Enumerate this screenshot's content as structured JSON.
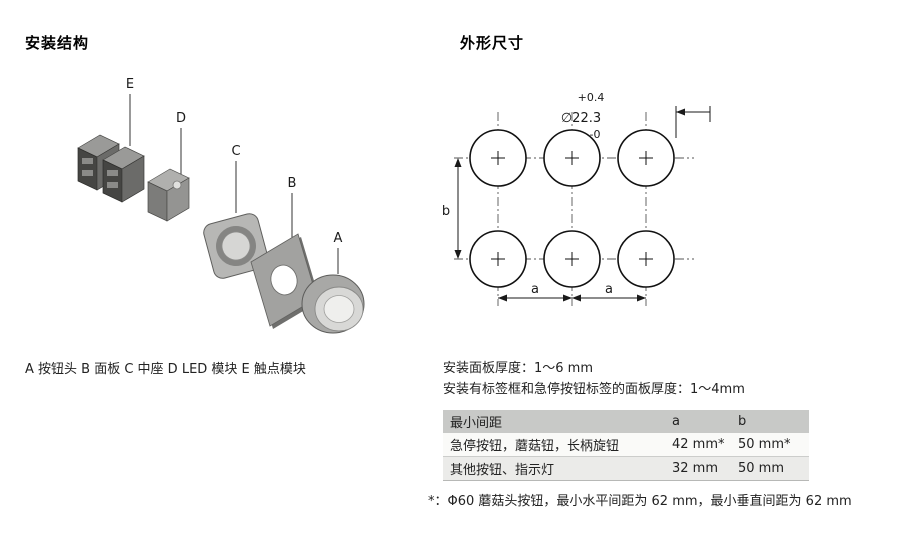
{
  "left": {
    "title": "安装结构",
    "labels": [
      "E",
      "D",
      "C",
      "B",
      "A"
    ],
    "caption": "A 按钮头 B 面板 C 中座 D LED 模块 E 触点模块"
  },
  "right": {
    "title": "外形尺寸",
    "dims": {
      "tolerance_plus": "+0.4",
      "diameter": "∅22.3",
      "tolerance_minus": "-0",
      "horizontal_spacing": "a",
      "vertical_spacing": "b"
    },
    "notes": [
      "安装面板厚度：1～6 mm",
      "安装有标签框和急停按钮标签的面板厚度：1～4mm"
    ],
    "table": {
      "headers": [
        "最小间距",
        "a",
        "b"
      ],
      "rows": [
        {
          "name": "急停按钮，蘑菇钮，长柄旋钮",
          "a": "42 mm*",
          "b": "50 mm*"
        },
        {
          "name": "其他按钮、指示灯",
          "a": "32 mm",
          "b": "50 mm"
        }
      ]
    },
    "footnote": "*：Φ60 蘑菇头按钮，最小水平间距为 62 mm，最小垂直间距为 62 mm"
  }
}
